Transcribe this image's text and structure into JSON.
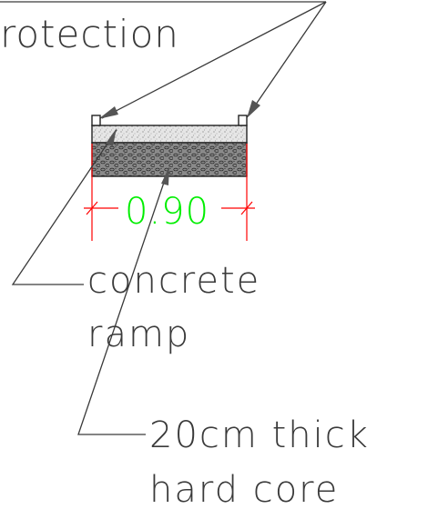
{
  "labels": {
    "protection": "rotection",
    "concrete_line1": "concrete",
    "concrete_line2": "ramp",
    "core_line1": "20cm thick",
    "core_line2": "hard core",
    "dimension": "0.90"
  },
  "colors": {
    "background": "#ffffff",
    "line": "#3a3a3a",
    "dimension_text": "#00ee00",
    "dimension_line": "#ff0000",
    "concrete_fill": "#e6e6e6",
    "hardcore_fill": "#9a9a9a"
  }
}
